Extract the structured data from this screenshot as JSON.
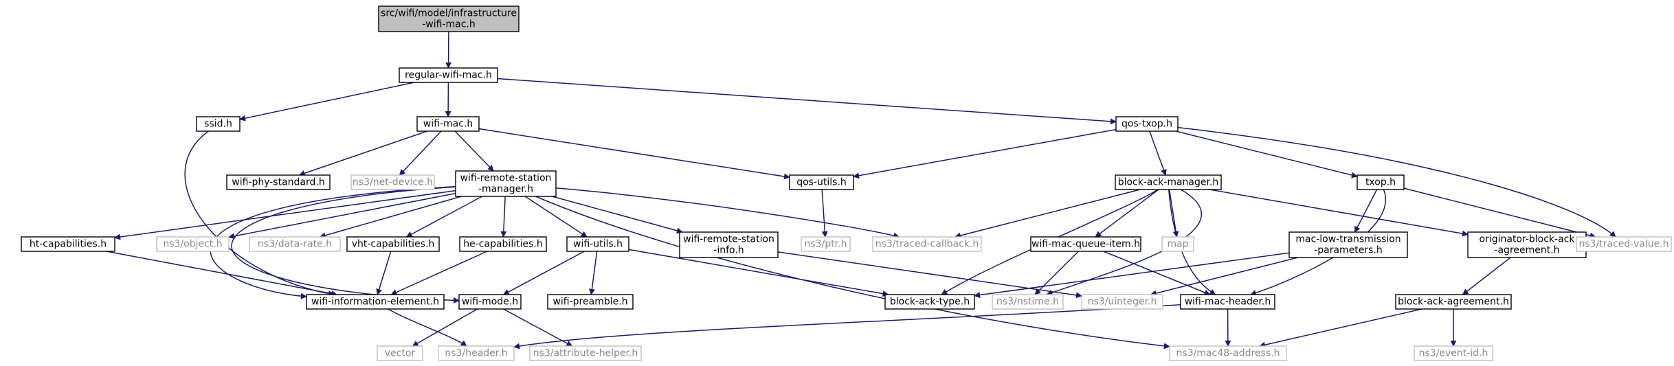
{
  "colors": {
    "edge": "#191970",
    "root_fill": "#bfbfbf",
    "local_border": "#000000",
    "external_border": "#bfbfbf",
    "external_text": "#888888"
  },
  "nodes": [
    {
      "id": "root",
      "kind": "root",
      "lines": [
        "src/wifi/model/infrastructure",
        "-wifi-mac.h"
      ]
    },
    {
      "id": "regular-wifi-mac",
      "kind": "local",
      "lines": [
        "regular-wifi-mac.h"
      ]
    },
    {
      "id": "ssid",
      "kind": "local",
      "lines": [
        "ssid.h"
      ]
    },
    {
      "id": "wifi-mac",
      "kind": "local",
      "lines": [
        "wifi-mac.h"
      ]
    },
    {
      "id": "qos-txop",
      "kind": "local",
      "lines": [
        "qos-txop.h"
      ]
    },
    {
      "id": "wifi-phy-standard",
      "kind": "local",
      "lines": [
        "wifi-phy-standard.h"
      ]
    },
    {
      "id": "net-device",
      "kind": "external",
      "lines": [
        "ns3/net-device.h"
      ]
    },
    {
      "id": "wifi-remote-station-manager",
      "kind": "local",
      "lines": [
        "wifi-remote-station",
        "-manager.h"
      ]
    },
    {
      "id": "qos-utils",
      "kind": "local",
      "lines": [
        "qos-utils.h"
      ]
    },
    {
      "id": "block-ack-manager",
      "kind": "local",
      "lines": [
        "block-ack-manager.h"
      ]
    },
    {
      "id": "txop",
      "kind": "local",
      "lines": [
        "txop.h"
      ]
    },
    {
      "id": "ht-capabilities",
      "kind": "local",
      "lines": [
        "ht-capabilities.h"
      ]
    },
    {
      "id": "object",
      "kind": "external",
      "lines": [
        "ns3/object.h"
      ]
    },
    {
      "id": "data-rate",
      "kind": "external",
      "lines": [
        "ns3/data-rate.h"
      ]
    },
    {
      "id": "vht-capabilities",
      "kind": "local",
      "lines": [
        "vht-capabilities.h"
      ]
    },
    {
      "id": "he-capabilities",
      "kind": "local",
      "lines": [
        "he-capabilities.h"
      ]
    },
    {
      "id": "wifi-utils",
      "kind": "local",
      "lines": [
        "wifi-utils.h"
      ]
    },
    {
      "id": "wifi-remote-station-info",
      "kind": "local",
      "lines": [
        "wifi-remote-station",
        "-info.h"
      ]
    },
    {
      "id": "ptr",
      "kind": "external",
      "lines": [
        "ns3/ptr.h"
      ]
    },
    {
      "id": "traced-callback",
      "kind": "external",
      "lines": [
        "ns3/traced-callback.h"
      ]
    },
    {
      "id": "wifi-mac-queue-item",
      "kind": "local",
      "lines": [
        "wifi-mac-queue-item.h"
      ]
    },
    {
      "id": "map",
      "kind": "external",
      "lines": [
        "map"
      ]
    },
    {
      "id": "mac-low-transmission-parameters",
      "kind": "local",
      "lines": [
        "mac-low-transmission",
        "-parameters.h"
      ]
    },
    {
      "id": "originator-block-ack-agreement",
      "kind": "local",
      "lines": [
        "originator-block-ack",
        "-agreement.h"
      ]
    },
    {
      "id": "traced-value",
      "kind": "external",
      "lines": [
        "ns3/traced-value.h"
      ]
    },
    {
      "id": "wifi-information-element",
      "kind": "local",
      "lines": [
        "wifi-information-element.h"
      ]
    },
    {
      "id": "wifi-mode",
      "kind": "local",
      "lines": [
        "wifi-mode.h"
      ]
    },
    {
      "id": "wifi-preamble",
      "kind": "local",
      "lines": [
        "wifi-preamble.h"
      ]
    },
    {
      "id": "block-ack-type",
      "kind": "local",
      "lines": [
        "block-ack-type.h"
      ]
    },
    {
      "id": "nstime",
      "kind": "external",
      "lines": [
        "ns3/nstime.h"
      ]
    },
    {
      "id": "uinteger",
      "kind": "external",
      "lines": [
        "ns3/uinteger.h"
      ]
    },
    {
      "id": "wifi-mac-header",
      "kind": "local",
      "lines": [
        "wifi-mac-header.h"
      ]
    },
    {
      "id": "block-ack-agreement",
      "kind": "local",
      "lines": [
        "block-ack-agreement.h"
      ]
    },
    {
      "id": "vector",
      "kind": "external",
      "lines": [
        "vector"
      ]
    },
    {
      "id": "header",
      "kind": "external",
      "lines": [
        "ns3/header.h"
      ]
    },
    {
      "id": "attribute-helper",
      "kind": "external",
      "lines": [
        "ns3/attribute-helper.h"
      ]
    },
    {
      "id": "mac48-address",
      "kind": "external",
      "lines": [
        "ns3/mac48-address.h"
      ]
    },
    {
      "id": "event-id",
      "kind": "external",
      "lines": [
        "ns3/event-id.h"
      ]
    }
  ],
  "edges": [
    [
      "root",
      "regular-wifi-mac"
    ],
    [
      "regular-wifi-mac",
      "ssid"
    ],
    [
      "regular-wifi-mac",
      "wifi-mac"
    ],
    [
      "regular-wifi-mac",
      "qos-txop"
    ],
    [
      "ssid",
      "wifi-information-element"
    ],
    [
      "wifi-mac",
      "wifi-phy-standard"
    ],
    [
      "wifi-mac",
      "net-device"
    ],
    [
      "wifi-mac",
      "wifi-remote-station-manager"
    ],
    [
      "wifi-mac",
      "qos-utils"
    ],
    [
      "qos-txop",
      "qos-utils"
    ],
    [
      "qos-txop",
      "block-ack-manager"
    ],
    [
      "qos-txop",
      "txop"
    ],
    [
      "qos-txop",
      "traced-value"
    ],
    [
      "wifi-remote-station-manager",
      "ht-capabilities"
    ],
    [
      "wifi-remote-station-manager",
      "object"
    ],
    [
      "wifi-remote-station-manager",
      "data-rate"
    ],
    [
      "wifi-remote-station-manager",
      "vht-capabilities"
    ],
    [
      "wifi-remote-station-manager",
      "he-capabilities"
    ],
    [
      "wifi-remote-station-manager",
      "wifi-utils"
    ],
    [
      "wifi-remote-station-manager",
      "wifi-remote-station-info"
    ],
    [
      "wifi-remote-station-manager",
      "traced-callback"
    ],
    [
      "wifi-remote-station-manager",
      "wifi-information-element"
    ],
    [
      "wifi-remote-station-manager",
      "wifi-mode"
    ],
    [
      "wifi-remote-station-manager",
      "mac48-address"
    ],
    [
      "qos-utils",
      "ptr"
    ],
    [
      "block-ack-manager",
      "traced-callback"
    ],
    [
      "block-ack-manager",
      "wifi-mac-queue-item"
    ],
    [
      "block-ack-manager",
      "map"
    ],
    [
      "block-ack-manager",
      "originator-block-ack-agreement"
    ],
    [
      "block-ack-manager",
      "block-ack-type"
    ],
    [
      "block-ack-manager",
      "wifi-mac-header"
    ],
    [
      "block-ack-manager",
      "nstime"
    ],
    [
      "txop",
      "mac-low-transmission-parameters"
    ],
    [
      "txop",
      "traced-value"
    ],
    [
      "txop",
      "wifi-mac-header"
    ],
    [
      "ht-capabilities",
      "wifi-information-element"
    ],
    [
      "vht-capabilities",
      "wifi-information-element"
    ],
    [
      "he-capabilities",
      "wifi-information-element"
    ],
    [
      "wifi-utils",
      "wifi-mode"
    ],
    [
      "wifi-utils",
      "wifi-preamble"
    ],
    [
      "wifi-utils",
      "block-ack-type"
    ],
    [
      "wifi-remote-station-info",
      "uinteger"
    ],
    [
      "wifi-mac-queue-item",
      "nstime"
    ],
    [
      "wifi-mac-queue-item",
      "wifi-mac-header"
    ],
    [
      "mac-low-transmission-parameters",
      "block-ack-type"
    ],
    [
      "mac-low-transmission-parameters",
      "uinteger"
    ],
    [
      "originator-block-ack-agreement",
      "block-ack-agreement"
    ],
    [
      "wifi-information-element",
      "header"
    ],
    [
      "wifi-mode",
      "vector"
    ],
    [
      "wifi-mode",
      "attribute-helper"
    ],
    [
      "wifi-mac-header",
      "header"
    ],
    [
      "wifi-mac-header",
      "mac48-address"
    ],
    [
      "block-ack-agreement",
      "mac48-address"
    ],
    [
      "block-ack-agreement",
      "event-id"
    ]
  ]
}
